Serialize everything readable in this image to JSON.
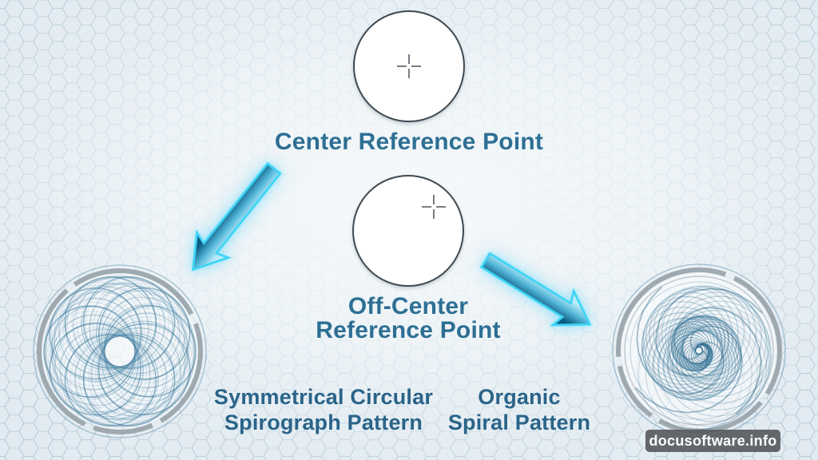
{
  "nodes": {
    "center": {
      "label": "Center Reference Point"
    },
    "off_center": {
      "label_line1": "Off-Center",
      "label_line2": "Reference Point"
    }
  },
  "results": {
    "left": {
      "label_line1": "Symmetrical Circular",
      "label_line2": "Spirograph Pattern"
    },
    "right": {
      "label_line1": "Organic",
      "label_line2": "Spiral Pattern"
    }
  },
  "watermark": {
    "text": "docusoftware.info"
  },
  "icons": {
    "crosshair": "crosshair-icon",
    "arrow_left": "arrow-down-left-icon",
    "arrow_right": "arrow-down-right-icon"
  },
  "colors": {
    "heading_text": "#2d6f94",
    "label_text": "#2a6489",
    "accent_cyan": "#3fd4f6",
    "arrow_fill_light": "#b9ecf8",
    "arrow_fill_mid": "#4fb3d6",
    "arrow_fill_dark": "#0c5a80",
    "circle_border": "#3e4a53",
    "crosshair": "#525c63",
    "pattern_blue": "#2a6e93",
    "pattern_blue_light": "#3c82a8",
    "ring_gray": "#9fa9b0",
    "ring_gray_light": "#b7c0c7",
    "ring_blue": "#8fb3c9",
    "watermark_bg": "rgba(85,89,93,0.9)",
    "watermark_text": "#ffffff",
    "background": "#e2ebf1",
    "hex_line": "rgba(172,197,211,0.6)"
  }
}
